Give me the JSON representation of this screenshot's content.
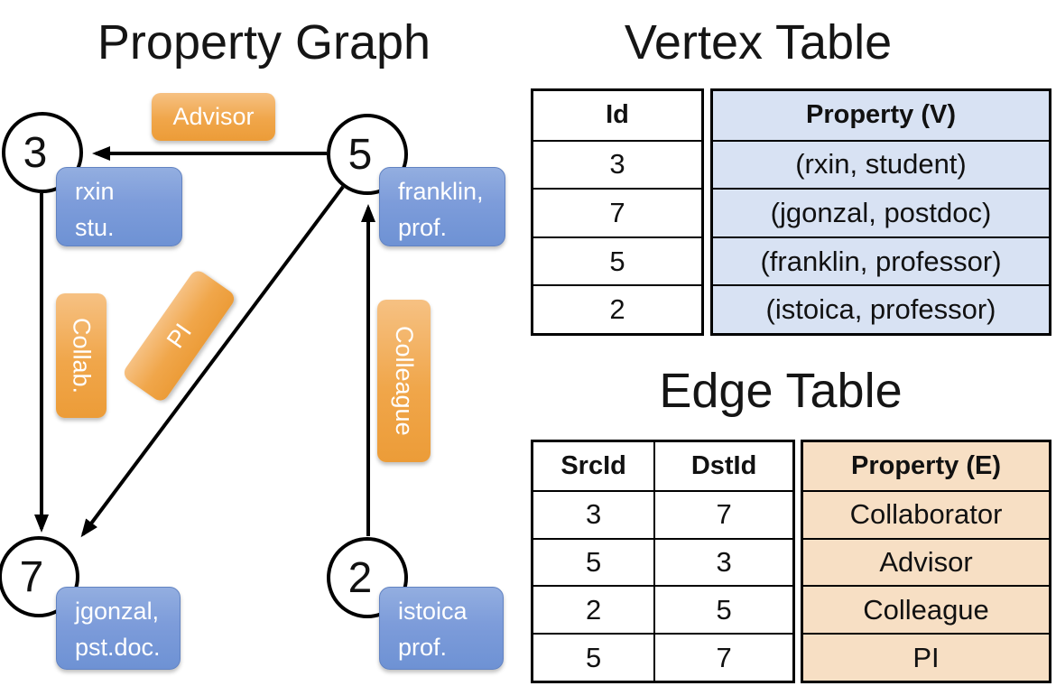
{
  "graph": {
    "title": "Property Graph",
    "nodes": {
      "n3": {
        "id": "3",
        "prop_line1": "rxin",
        "prop_line2": "stu."
      },
      "n5": {
        "id": "5",
        "prop_line1": "franklin,",
        "prop_line2": "prof."
      },
      "n7": {
        "id": "7",
        "prop_line1": "jgonzal,",
        "prop_line2": "pst.doc."
      },
      "n2": {
        "id": "2",
        "prop_line1": "istoica",
        "prop_line2": "prof."
      }
    },
    "edge_labels": {
      "advisor": "Advisor",
      "collab": "Collab.",
      "pi": "PI",
      "colleague": "Colleague"
    }
  },
  "vertex_table": {
    "title": "Vertex Table",
    "id_header": "Id",
    "property_header": "Property (V)",
    "rows": [
      {
        "id": "3",
        "property": "(rxin, student)"
      },
      {
        "id": "7",
        "property": "(jgonzal, postdoc)"
      },
      {
        "id": "5",
        "property": "(franklin, professor)"
      },
      {
        "id": "2",
        "property": "(istoica, professor)"
      }
    ]
  },
  "edge_table": {
    "title": "Edge Table",
    "src_header": "SrcId",
    "dst_header": "DstId",
    "property_header": "Property (E)",
    "rows": [
      {
        "src": "3",
        "dst": "7",
        "property": "Collaborator"
      },
      {
        "src": "5",
        "dst": "3",
        "property": "Advisor"
      },
      {
        "src": "2",
        "dst": "5",
        "property": "Colleague"
      },
      {
        "src": "5",
        "dst": "7",
        "property": "PI"
      }
    ]
  },
  "colors": {
    "edge_label_orange": "#F0A64A",
    "node_property_blue": "#7D9CDA",
    "vertex_property_fill": "#D8E2F3",
    "edge_property_fill": "#F7DFC4",
    "line_black": "#000000"
  }
}
